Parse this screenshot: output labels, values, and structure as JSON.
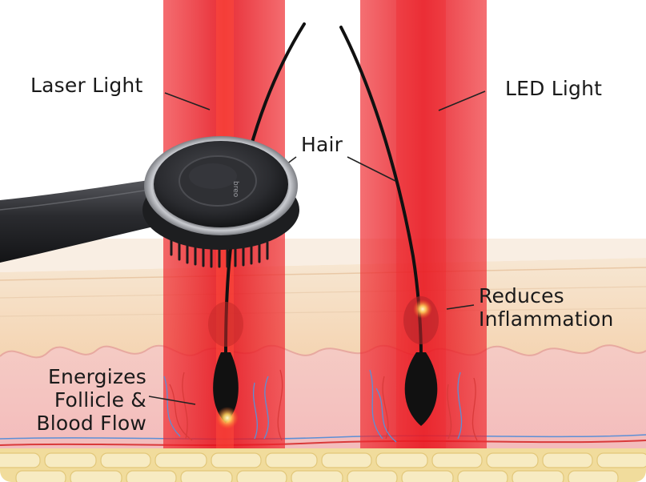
{
  "labels": {
    "laser": "Laser Light",
    "led": "LED Light",
    "hair": "Hair",
    "reduces": [
      "Reduces",
      "Inflammation"
    ],
    "energizes": [
      "Energizes",
      "Follicle &",
      "Blood Flow"
    ]
  },
  "device": {
    "logo": "breo"
  },
  "colors": {
    "beam": "#e8141b",
    "skin": "#f6d9b8",
    "dermis": "#f2c8c8",
    "fat": "#f3e2a6",
    "hair": "#111111",
    "device": "#2b2b2e"
  }
}
